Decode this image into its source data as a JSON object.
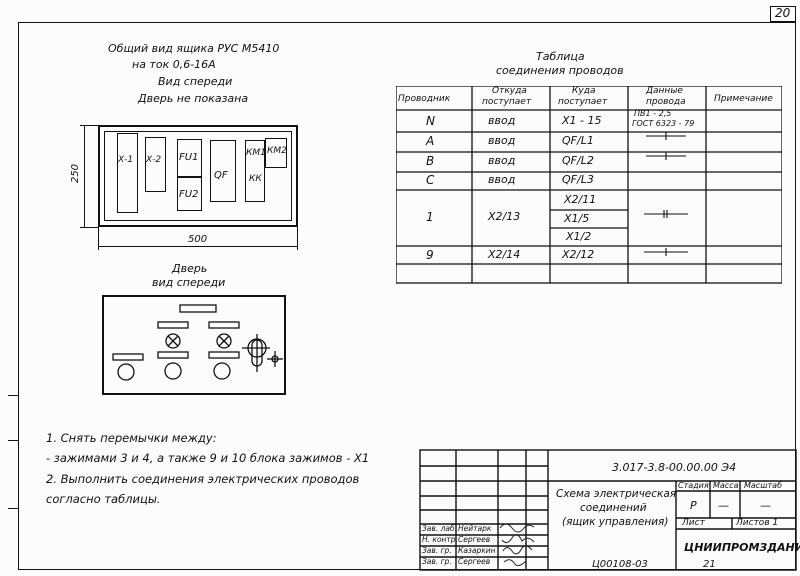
{
  "sheet_number": "20",
  "title_lines": [
    "Общий  вид ящика  РУС  М5410",
    "на ток  0,6-16А",
    "Вид  спереди",
    "Дверь  не показана"
  ],
  "dimensions": {
    "height": "250",
    "width": "500"
  },
  "front_components": [
    "Х-1",
    "Х-2",
    "FU1",
    "FU2",
    "QF",
    "КМ1",
    "КМ2",
    "КК"
  ],
  "door_title": [
    "Дверь",
    "вид  спереди"
  ],
  "table_title": [
    "Таблица",
    "соединения   проводов"
  ],
  "table": {
    "headers": [
      "Проводник",
      "Откуда поступает",
      "Куда поступает",
      "Данные провода",
      "Примечание"
    ],
    "header_lines": {
      "from": [
        "Откуда",
        "поступает"
      ],
      "to": [
        "Куда",
        "поступает"
      ],
      "data": [
        "Данные",
        "провода"
      ]
    },
    "wire_spec": [
      "ПВ1 - 2,5",
      "ГОСТ 6323 - 79"
    ],
    "rows": [
      {
        "wire": "N",
        "from": "ввод",
        "to": [
          "Х1 - 15"
        ]
      },
      {
        "wire": "А",
        "from": "ввод",
        "to": [
          "QF/L1"
        ]
      },
      {
        "wire": "В",
        "from": "ввод",
        "to": [
          "QF/L2"
        ]
      },
      {
        "wire": "С",
        "from": "ввод",
        "to": [
          "QF/L3"
        ]
      },
      {
        "wire": "1",
        "from": "Х2/13",
        "to": [
          "Х2/11",
          "Х1/5",
          "Х1/2"
        ]
      },
      {
        "wire": "9",
        "from": "Х2/14",
        "to": [
          "Х2/12"
        ]
      }
    ]
  },
  "notes": [
    "1. Снять  перемычки  между:",
    "- зажимами  3 и 4, а также  9 и 10  блока  зажимов - Х1",
    "2. Выполнить       соединения       электрических  проводов",
    "согласно  таблицы."
  ],
  "stamp": {
    "doc_code": "3.017-3.8-00.00.00 Э4",
    "title": [
      "Схема  электрическая",
      "соединений",
      "(ящик  управления)"
    ],
    "stage_header": "Стадия",
    "mass_header": "Масса",
    "scale_header": "Масштаб",
    "stage": "Р",
    "mass": "—",
    "scale": "—",
    "sheet_label": "Лист",
    "sheets_label": "Листов 1",
    "org": "ЦНИИПРОМЗДАНИЙ",
    "roles": [
      "Зав. лаб.",
      "Н. контр.",
      "Зав. гр.",
      "Зав. гр."
    ],
    "names": [
      "Нейтарк",
      "Сергеев",
      "Казаркин",
      "Сергеев"
    ]
  },
  "bottom_code": "Ц00108-03",
  "bottom_page": "21"
}
